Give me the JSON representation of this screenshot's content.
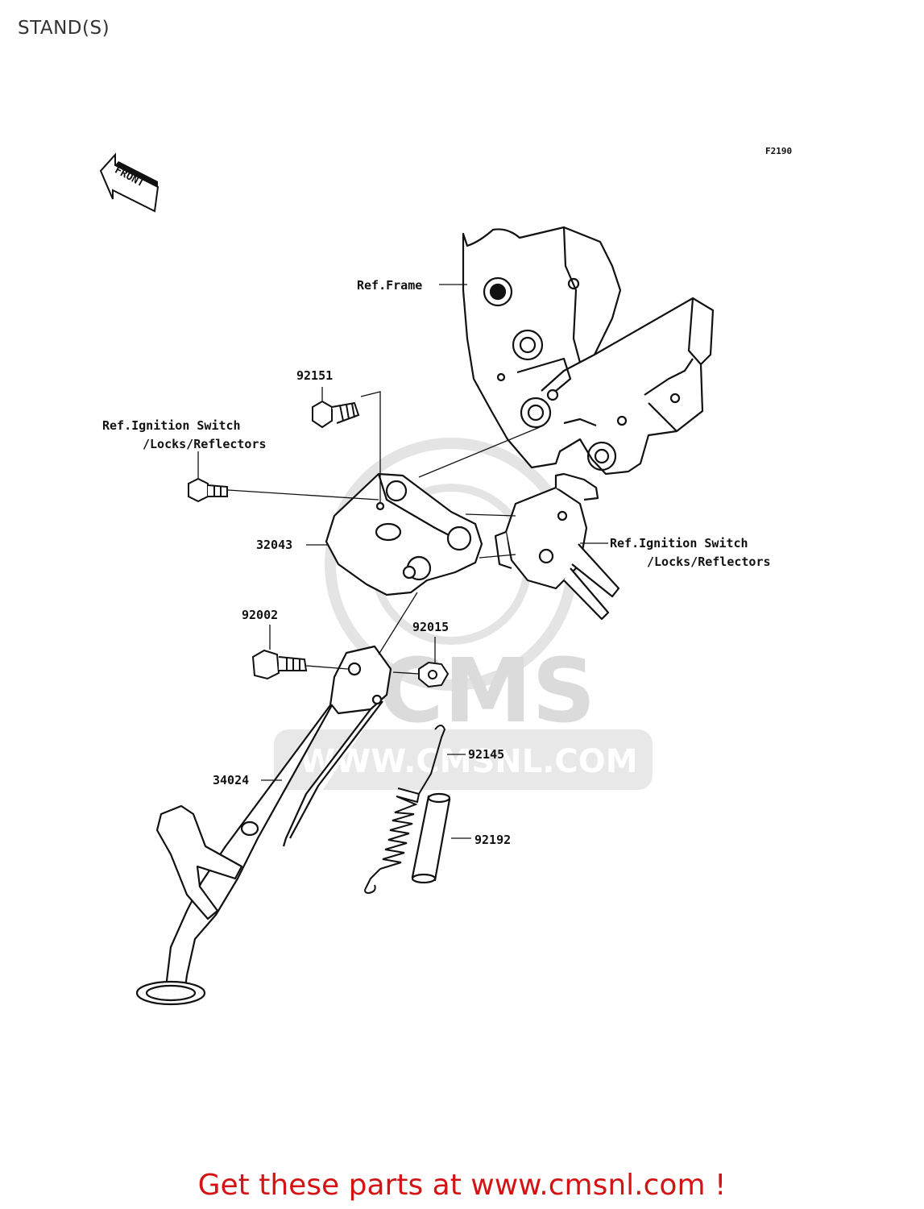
{
  "page": {
    "title": "STAND(S)",
    "figure_code": "F2190",
    "cta": "Get these parts at www.cmsnl.com !"
  },
  "front_arrow": {
    "label": "FRONT"
  },
  "watermark": {
    "logo_text": "CMS",
    "url_text": "WWW.CMSNL.COM"
  },
  "callouts": [
    {
      "id": "frame",
      "text": "Ref.Frame"
    },
    {
      "id": "p92151",
      "text": "92151"
    },
    {
      "id": "ign1a",
      "text": "Ref.Ignition Switch"
    },
    {
      "id": "ign1b",
      "text": "/Locks/Reflectors"
    },
    {
      "id": "p32043",
      "text": "32043"
    },
    {
      "id": "ign2a",
      "text": "Ref.Ignition Switch"
    },
    {
      "id": "ign2b",
      "text": "/Locks/Reflectors"
    },
    {
      "id": "p92002",
      "text": "92002"
    },
    {
      "id": "p92015",
      "text": "92015"
    },
    {
      "id": "p92145",
      "text": "92145"
    },
    {
      "id": "p34024",
      "text": "34024"
    },
    {
      "id": "p92192",
      "text": "92192"
    }
  ]
}
